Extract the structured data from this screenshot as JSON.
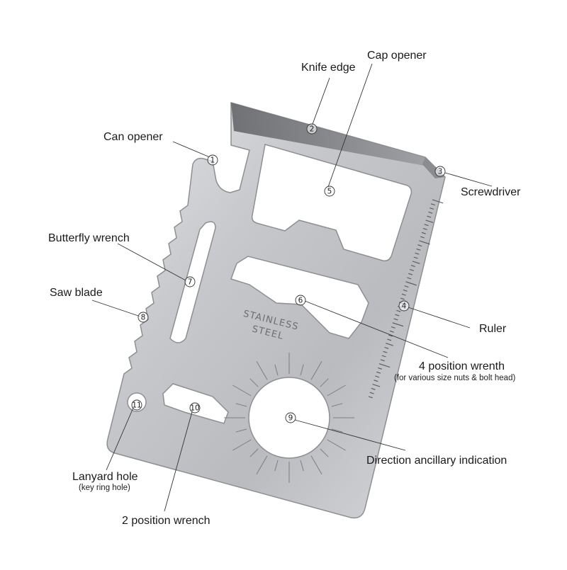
{
  "figure": {
    "card_stamp": [
      "STAINLESS",
      "STEEL"
    ],
    "callouts": [
      {
        "number": "1",
        "label": "Can opener"
      },
      {
        "number": "2",
        "label": "Knife edge"
      },
      {
        "number": "3",
        "label": "Screwdriver"
      },
      {
        "number": "4",
        "label": "Ruler"
      },
      {
        "number": "5",
        "label": "Cap opener"
      },
      {
        "number": "6",
        "label": "4 position wrenth",
        "note": "(for various size nuts & bolt head)"
      },
      {
        "number": "7",
        "label": "Butterfly wrench"
      },
      {
        "number": "8",
        "label": "Saw blade"
      },
      {
        "number": "9",
        "label": "Direction ancillary indication"
      },
      {
        "number": "10",
        "label": "2 position wrench"
      },
      {
        "number": "11",
        "label": "Lanyard hole",
        "note": "(key ring hole)"
      }
    ]
  }
}
